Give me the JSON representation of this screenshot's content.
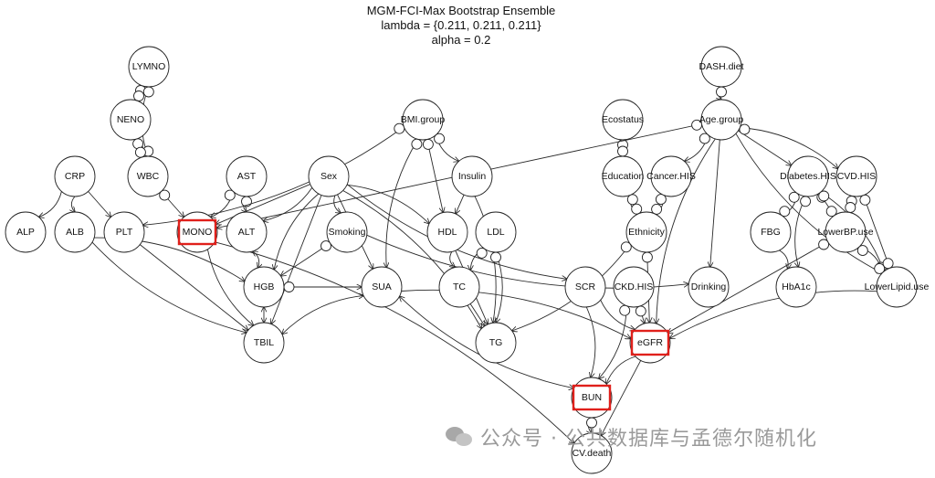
{
  "title": {
    "line1": "MGM-FCI-Max Bootstrap Ensemble",
    "line2": "lambda = {0.211, 0.211, 0.211}",
    "line3": "alpha = 0.2"
  },
  "nodes": [
    {
      "id": "LYMNO",
      "label": "LYMNO",
      "highlighted": false
    },
    {
      "id": "NENO",
      "label": "NENO",
      "highlighted": false
    },
    {
      "id": "WBC",
      "label": "WBC",
      "highlighted": false
    },
    {
      "id": "CRP",
      "label": "CRP",
      "highlighted": false
    },
    {
      "id": "ALP",
      "label": "ALP",
      "highlighted": false
    },
    {
      "id": "ALB",
      "label": "ALB",
      "highlighted": false
    },
    {
      "id": "PLT",
      "label": "PLT",
      "highlighted": false
    },
    {
      "id": "MONO",
      "label": "MONO",
      "highlighted": true
    },
    {
      "id": "AST",
      "label": "AST",
      "highlighted": false
    },
    {
      "id": "ALT",
      "label": "ALT",
      "highlighted": false
    },
    {
      "id": "Sex",
      "label": "Sex",
      "highlighted": false
    },
    {
      "id": "Smoking",
      "label": "Smoking",
      "highlighted": false
    },
    {
      "id": "HGB",
      "label": "HGB",
      "highlighted": false
    },
    {
      "id": "TBIL",
      "label": "TBIL",
      "highlighted": false
    },
    {
      "id": "BMI",
      "label": "BMI.group",
      "highlighted": false
    },
    {
      "id": "Insulin",
      "label": "Insulin",
      "highlighted": false
    },
    {
      "id": "HDL",
      "label": "HDL",
      "highlighted": false
    },
    {
      "id": "LDL",
      "label": "LDL",
      "highlighted": false
    },
    {
      "id": "SUA",
      "label": "SUA",
      "highlighted": false
    },
    {
      "id": "TC",
      "label": "TC",
      "highlighted": false
    },
    {
      "id": "TG",
      "label": "TG",
      "highlighted": false
    },
    {
      "id": "Ecostatus",
      "label": "Ecostatus",
      "highlighted": false
    },
    {
      "id": "Education",
      "label": "Education",
      "highlighted": false
    },
    {
      "id": "CancerHIS",
      "label": "Cancer.HIS",
      "highlighted": false
    },
    {
      "id": "Ethnicity",
      "label": "Ethnicity",
      "highlighted": false
    },
    {
      "id": "DASH",
      "label": "DASH.diet",
      "highlighted": false
    },
    {
      "id": "Age",
      "label": "Age.group",
      "highlighted": false
    },
    {
      "id": "SCR",
      "label": "SCR",
      "highlighted": false
    },
    {
      "id": "CKDHIS",
      "label": "CKD.HIS",
      "highlighted": false
    },
    {
      "id": "Drinking",
      "label": "Drinking",
      "highlighted": false
    },
    {
      "id": "eGFR",
      "label": "eGFR",
      "highlighted": true
    },
    {
      "id": "BUN",
      "label": "BUN",
      "highlighted": true
    },
    {
      "id": "CVdeath",
      "label": "CV.death",
      "highlighted": false
    },
    {
      "id": "DiabetesHIS",
      "label": "Diabetes.HIS",
      "highlighted": false
    },
    {
      "id": "CVDHIS",
      "label": "CVD.HIS",
      "highlighted": false
    },
    {
      "id": "FBG",
      "label": "FBG",
      "highlighted": false
    },
    {
      "id": "LowerBP",
      "label": "LowerBP.use",
      "highlighted": false
    },
    {
      "id": "HbA1c",
      "label": "HbA1c",
      "highlighted": false
    },
    {
      "id": "LowerLipid",
      "label": "LowerLipid.use",
      "highlighted": false
    }
  ],
  "edges": [
    {
      "from": "LYMNO",
      "to": "NENO",
      "type": "oo"
    },
    {
      "from": "LYMNO",
      "to": "WBC",
      "type": "oo"
    },
    {
      "from": "NENO",
      "to": "WBC",
      "type": "oo"
    },
    {
      "from": "WBC",
      "to": "MONO",
      "type": "o>"
    },
    {
      "from": "CRP",
      "to": "ALP",
      "type": ">"
    },
    {
      "from": "CRP",
      "to": "ALB",
      "type": ">"
    },
    {
      "from": "CRP",
      "to": "PLT",
      "type": ">"
    },
    {
      "from": "AST",
      "to": "ALT",
      "type": "o>"
    },
    {
      "from": "AST",
      "to": "MONO",
      "type": "o>"
    },
    {
      "from": "Sex",
      "to": "MONO",
      "type": ">"
    },
    {
      "from": "Sex",
      "to": "ALT",
      "type": ">"
    },
    {
      "from": "Sex",
      "to": "HGB",
      "type": ">"
    },
    {
      "from": "Sex",
      "to": "TBIL",
      "type": ">"
    },
    {
      "from": "Sex",
      "to": "Smoking",
      "type": ">"
    },
    {
      "from": "Sex",
      "to": "HDL",
      "type": ">"
    },
    {
      "from": "Sex",
      "to": "SUA",
      "type": ">"
    },
    {
      "from": "Sex",
      "to": "TG",
      "type": ">"
    },
    {
      "from": "Sex",
      "to": "SCR",
      "type": ">"
    },
    {
      "from": "Smoking",
      "to": "HGB",
      "type": "o>"
    },
    {
      "from": "Smoking",
      "to": "Drinking",
      "type": ">"
    },
    {
      "from": "ALT",
      "to": "HGB",
      "type": "<>"
    },
    {
      "from": "HGB",
      "to": "TBIL",
      "type": "<>"
    },
    {
      "from": "ALB",
      "to": "HGB",
      "type": ">"
    },
    {
      "from": "ALB",
      "to": "TBIL",
      "type": ">"
    },
    {
      "from": "PLT",
      "to": "TBIL",
      "type": ">"
    },
    {
      "from": "MONO",
      "to": "TBIL",
      "type": ">"
    },
    {
      "from": "MONO",
      "to": "CVdeath",
      "type": ">"
    },
    {
      "from": "HGB",
      "to": "SUA",
      "type": "o>"
    },
    {
      "from": "TBIL",
      "to": "SUA",
      "type": "<>"
    },
    {
      "from": "BMI",
      "to": "SUA",
      "type": "o>"
    },
    {
      "from": "BMI",
      "to": "HDL",
      "type": "o>"
    },
    {
      "from": "BMI",
      "to": "Insulin",
      "type": "o>"
    },
    {
      "from": "BMI",
      "to": "PLT",
      "type": "o>"
    },
    {
      "from": "Insulin",
      "to": "HDL",
      "type": ">"
    },
    {
      "from": "Insulin",
      "to": "TG",
      "type": ">"
    },
    {
      "from": "HDL",
      "to": "TC",
      "type": ">"
    },
    {
      "from": "HDL",
      "to": "TG",
      "type": ">"
    },
    {
      "from": "LDL",
      "to": "TC",
      "type": "o>"
    },
    {
      "from": "LDL",
      "to": "TG",
      "type": "o>"
    },
    {
      "from": "TC",
      "to": "TG",
      "type": ">"
    },
    {
      "from": "SUA",
      "to": "eGFR",
      "type": ">"
    },
    {
      "from": "SUA",
      "to": "BUN",
      "type": "<>"
    },
    {
      "from": "Ecostatus",
      "to": "Education",
      "type": "oo"
    },
    {
      "from": "Education",
      "to": "Ethnicity",
      "type": "oo"
    },
    {
      "from": "CancerHIS",
      "to": "Ethnicity",
      "type": "oo"
    },
    {
      "from": "Ethnicity",
      "to": "eGFR",
      "type": "o>"
    },
    {
      "from": "Ethnicity",
      "to": "TG",
      "type": "o>"
    },
    {
      "from": "DASH",
      "to": "Age",
      "type": "o>"
    },
    {
      "from": "Age",
      "to": "Drinking",
      "type": ">"
    },
    {
      "from": "Age",
      "to": "eGFR",
      "type": ">"
    },
    {
      "from": "Age",
      "to": "CancerHIS",
      "type": "o>"
    },
    {
      "from": "Age",
      "to": "DiabetesHIS",
      "type": ">"
    },
    {
      "from": "Age",
      "to": "CVDHIS",
      "type": "o>"
    },
    {
      "from": "Age",
      "to": "LowerLipid",
      "type": ">"
    },
    {
      "from": "Age",
      "to": "MONO",
      "type": "o>"
    },
    {
      "from": "SCR",
      "to": "eGFR",
      "type": ">"
    },
    {
      "from": "SCR",
      "to": "BUN",
      "type": ">"
    },
    {
      "from": "CKDHIS",
      "to": "eGFR",
      "type": "o>"
    },
    {
      "from": "CKDHIS",
      "to": "BUN",
      "type": "o>"
    },
    {
      "from": "eGFR",
      "to": "BUN",
      "type": ">"
    },
    {
      "from": "eGFR",
      "to": "CVdeath",
      "type": ">"
    },
    {
      "from": "BUN",
      "to": "CVdeath",
      "type": "o>"
    },
    {
      "from": "DiabetesHIS",
      "to": "FBG",
      "type": "oo"
    },
    {
      "from": "DiabetesHIS",
      "to": "LowerBP",
      "type": "oo"
    },
    {
      "from": "DiabetesHIS",
      "to": "LowerLipid",
      "type": "oo"
    },
    {
      "from": "DiabetesHIS",
      "to": "HbA1c",
      "type": "o>"
    },
    {
      "from": "CVDHIS",
      "to": "LowerLipid",
      "type": "oo"
    },
    {
      "from": "CVDHIS",
      "to": "LowerBP",
      "type": "oo"
    },
    {
      "from": "FBG",
      "to": "HbA1c",
      "type": ">"
    },
    {
      "from": "LowerBP",
      "to": "eGFR",
      "type": "o>"
    },
    {
      "from": "LowerBP",
      "to": "LowerLipid",
      "type": "oo"
    },
    {
      "from": "LowerLipid",
      "to": "eGFR",
      "type": ">"
    }
  ],
  "watermark": {
    "text": "公众号 · 公共数据库与孟德尔随机化",
    "icon": "wechat-icon"
  }
}
